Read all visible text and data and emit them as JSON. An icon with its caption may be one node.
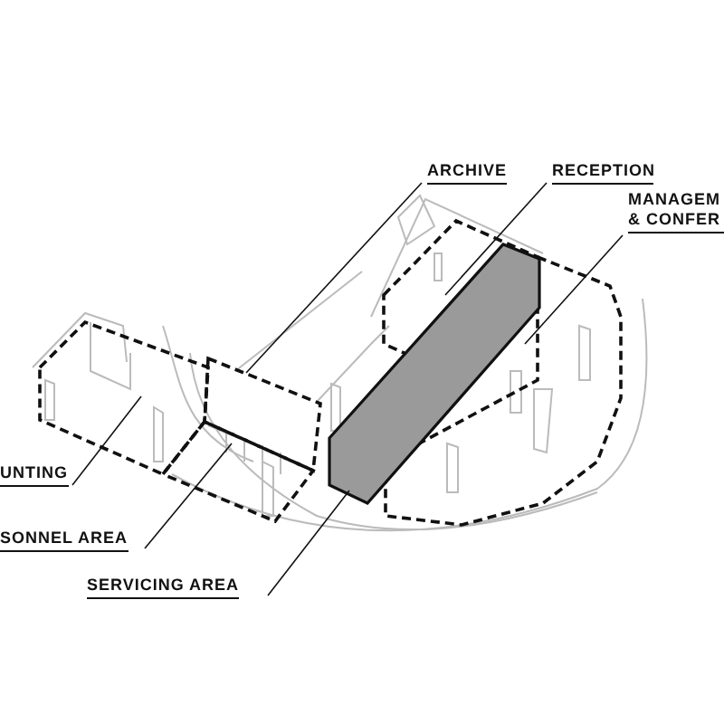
{
  "diagram": {
    "nodes": [
      {
        "text": [
          "ARCHIVE"
        ]
      },
      {
        "text": [
          "RECEPTION"
        ]
      },
      {
        "text": [
          "MANAGEM & CONFER"
        ]
      },
      {
        "text": [
          "UNTING"
        ]
      },
      {
        "text": [
          "SONNEL AREA"
        ]
      },
      {
        "text": [
          "SERVICING AREA"
        ]
      },
      {
        "text": [],
        "shape": "box"
      },
      {
        "text": [],
        "shape": "box"
      },
      {
        "text": [],
        "shape": "box"
      },
      {
        "text": [],
        "shape": "box"
      },
      {
        "text": [],
        "shape": "box"
      },
      {
        "text": [],
        "shape": "box"
      }
    ],
    "edges": [
      {
        "from": 0,
        "to": 7,
        "arrow": "none"
      },
      {
        "from": 1,
        "to": 8,
        "arrow": "none"
      },
      {
        "from": 2,
        "to": 9,
        "arrow": "none"
      },
      {
        "from": 3,
        "to": 6,
        "arrow": "none"
      },
      {
        "from": 4,
        "to": 10,
        "arrow": "none"
      },
      {
        "from": 5,
        "to": 11,
        "arrow": "none"
      }
    ]
  }
}
